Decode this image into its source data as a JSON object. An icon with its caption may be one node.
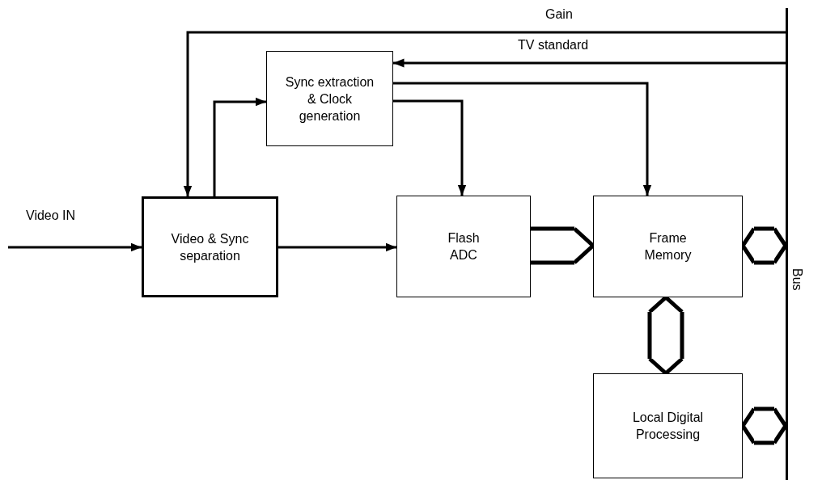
{
  "diagram": {
    "nodes": [
      {
        "text": [
          "Sync extraction & Clock generation"
        ]
      },
      {
        "text": [
          "Video & Sync separation"
        ]
      },
      {
        "text": [
          "Flash ADC"
        ]
      },
      {
        "text": [
          "Frame Memory"
        ]
      },
      {
        "text": [
          "Local Digital Processing"
        ]
      },
      {
        "text": [
          "Bus"
        ]
      }
    ],
    "edges": [
      {
        "from": null,
        "to": 1,
        "arrow": "to",
        "label": "Video IN"
      },
      {
        "from": 1,
        "to": 2,
        "arrow": "to"
      },
      {
        "from": 1,
        "to": 0,
        "arrow": "to"
      },
      {
        "from": 5,
        "to": 1,
        "arrow": "to",
        "label": "Gain"
      },
      {
        "from": 5,
        "to": 0,
        "arrow": "to",
        "label": "TV standard"
      },
      {
        "from": 0,
        "to": 2,
        "arrow": "to"
      },
      {
        "from": 0,
        "to": 3,
        "arrow": "to"
      },
      {
        "from": 2,
        "to": 3,
        "arrow": "to",
        "style": "thick"
      },
      {
        "from": 3,
        "to": 5,
        "arrow": "both",
        "style": "thick"
      },
      {
        "from": 3,
        "to": 4,
        "arrow": "both",
        "style": "thick"
      },
      {
        "from": 4,
        "to": 5,
        "arrow": "both",
        "style": "thick"
      }
    ]
  }
}
